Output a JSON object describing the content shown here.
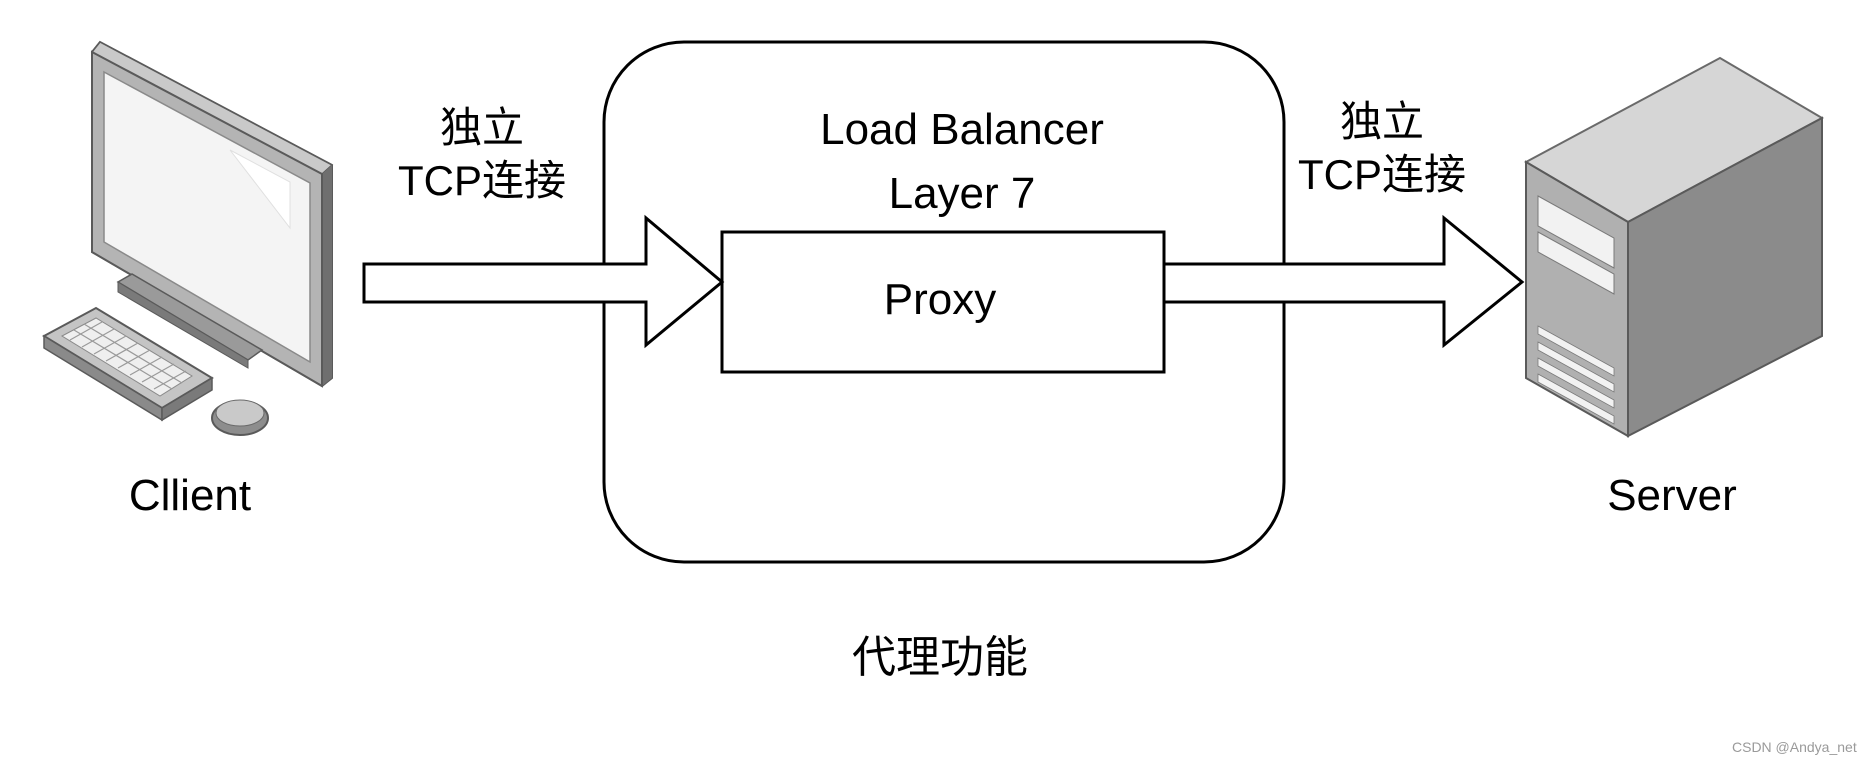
{
  "client": {
    "label": "Cllient",
    "icon": "desktop-computer-icon"
  },
  "server": {
    "label": "Server",
    "icon": "server-tower-icon"
  },
  "load_balancer": {
    "title": "Load Balancer",
    "layer": "Layer 7",
    "proxy_label": "Proxy"
  },
  "left_link": {
    "line1": "独立",
    "line2": "TCP连接"
  },
  "right_link": {
    "line1": "独立",
    "line2": "TCP连接"
  },
  "caption": "代理功能",
  "watermark": "CSDN @Andya_net",
  "colors": {
    "stroke": "#000000",
    "background": "#ffffff",
    "device_gray": "#9a9a9a"
  }
}
